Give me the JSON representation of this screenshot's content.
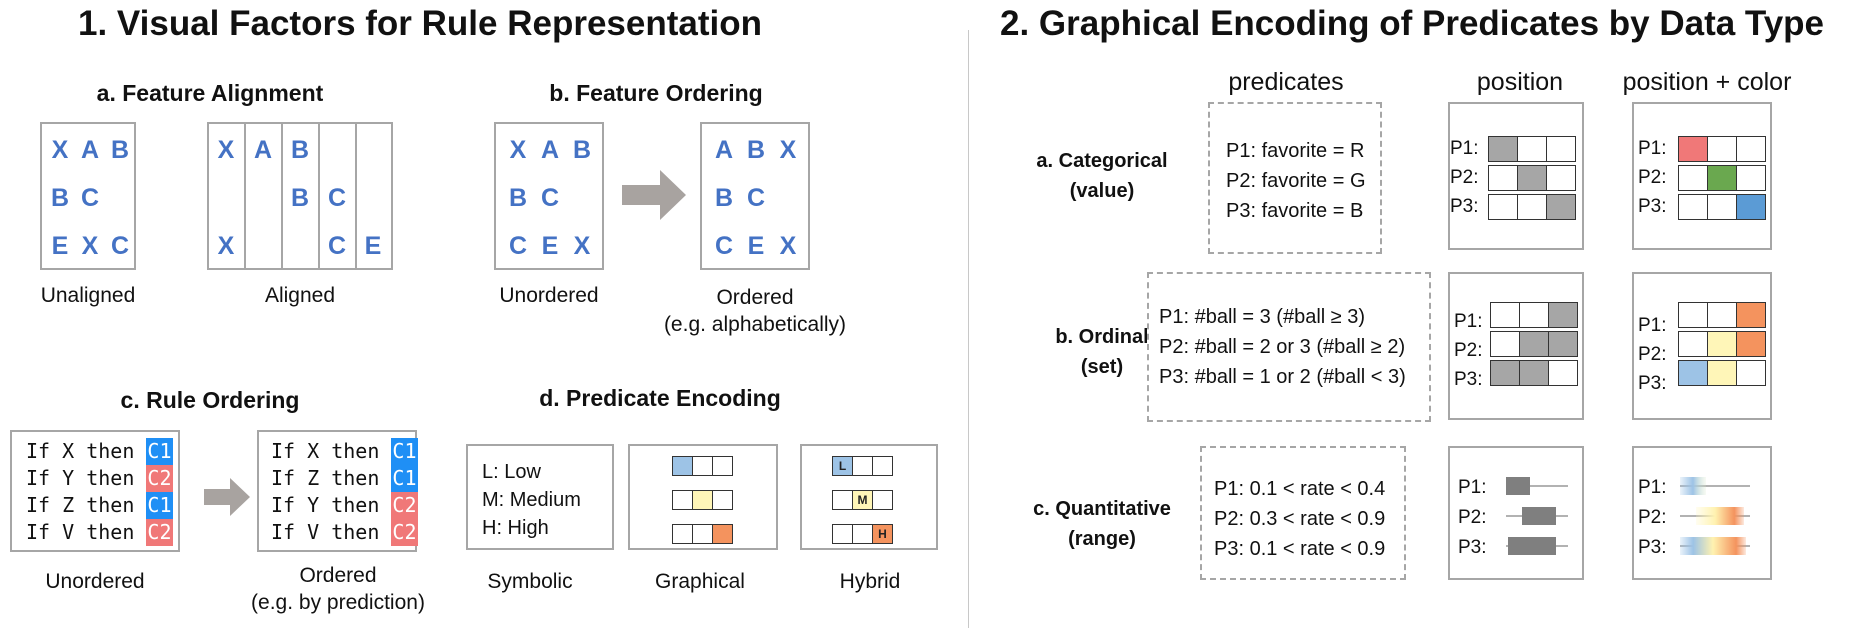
{
  "left_title": "1. Visual Factors for Rule Representation",
  "right_title": "2. Graphical Encoding of Predicates by Data Type",
  "feature_alignment": {
    "title": "a. Feature Alignment",
    "unaligned_rows": [
      [
        "X",
        "A",
        "B"
      ],
      [
        "B",
        "C"
      ],
      [
        "E",
        "X",
        "C"
      ]
    ],
    "aligned_letters": [
      "X",
      "A",
      "B",
      "B",
      "C",
      "X",
      "C",
      "E"
    ],
    "unaligned_label": "Unaligned",
    "aligned_label": "Aligned"
  },
  "feature_ordering": {
    "title": "b. Feature Ordering",
    "unordered_rows": [
      [
        "X",
        "A",
        "B"
      ],
      [
        "B",
        "C"
      ],
      [
        "C",
        "E",
        "X"
      ]
    ],
    "ordered_rows": [
      [
        "A",
        "B",
        "X"
      ],
      [
        "B",
        "C"
      ],
      [
        "C",
        "E",
        "X"
      ]
    ],
    "unordered_label": "Unordered",
    "ordered_label": "Ordered",
    "ordered_sublabel": "(e.g. alphabetically)"
  },
  "rule_ordering": {
    "title": "c. Rule Ordering",
    "unordered": [
      {
        "text": "If X then ",
        "cls": "C1"
      },
      {
        "text": "If Y then ",
        "cls": "C2"
      },
      {
        "text": "If Z then ",
        "cls": "C1"
      },
      {
        "text": "If V then ",
        "cls": "C2"
      }
    ],
    "ordered": [
      {
        "text": "If X then ",
        "cls": "C1"
      },
      {
        "text": "If Z then ",
        "cls": "C1"
      },
      {
        "text": "If Y then ",
        "cls": "C2"
      },
      {
        "text": "If V then ",
        "cls": "C2"
      }
    ],
    "unordered_label": "Unordered",
    "ordered_label": "Ordered",
    "ordered_sublabel": "(e.g. by prediction)"
  },
  "predicate_encoding": {
    "title": "d. Predicate Encoding",
    "symbolic_lines": [
      "L: Low",
      "M: Medium",
      "H: High"
    ],
    "symbolic_label": "Symbolic",
    "graphical_label": "Graphical",
    "hybrid_label": "Hybrid",
    "hybrid_letters": [
      "L",
      "M",
      "H"
    ]
  },
  "graphical_encoding": {
    "col_predicates": "predicates",
    "col_position": "position",
    "col_position_color": "position + color",
    "rows": [
      {
        "label1": "a. Categorical",
        "label2": "(value)",
        "predicates": [
          "P1: favorite = R",
          "P2: favorite = G",
          "P3: favorite = B"
        ]
      },
      {
        "label1": "b. Ordinal",
        "label2": "(set)",
        "predicates": [
          "P1: #ball = 3 (#ball ≥ 3)",
          "P2: #ball = 2 or 3 (#ball ≥ 2)",
          "P3: #ball = 1 or 2 (#ball < 3)"
        ]
      },
      {
        "label1": "c. Quantitative",
        "label2": "(range)",
        "predicates": [
          "P1: 0.1 < rate < 0.4",
          "P2: 0.3 < rate < 0.9",
          "P3: 0.1 < rate < 0.9"
        ]
      }
    ],
    "p_labels": [
      "P1:",
      "P2:",
      "P3:"
    ]
  },
  "colors": {
    "gray_fill": "#a6a6a6",
    "red": "#f07878",
    "green": "#6aa84f",
    "blue": "#5b9bd5",
    "light_blue": "#9dc3e6",
    "light_yellow": "#fff6b8",
    "orange": "#f4935e",
    "letter_blue": "#4472c4"
  }
}
